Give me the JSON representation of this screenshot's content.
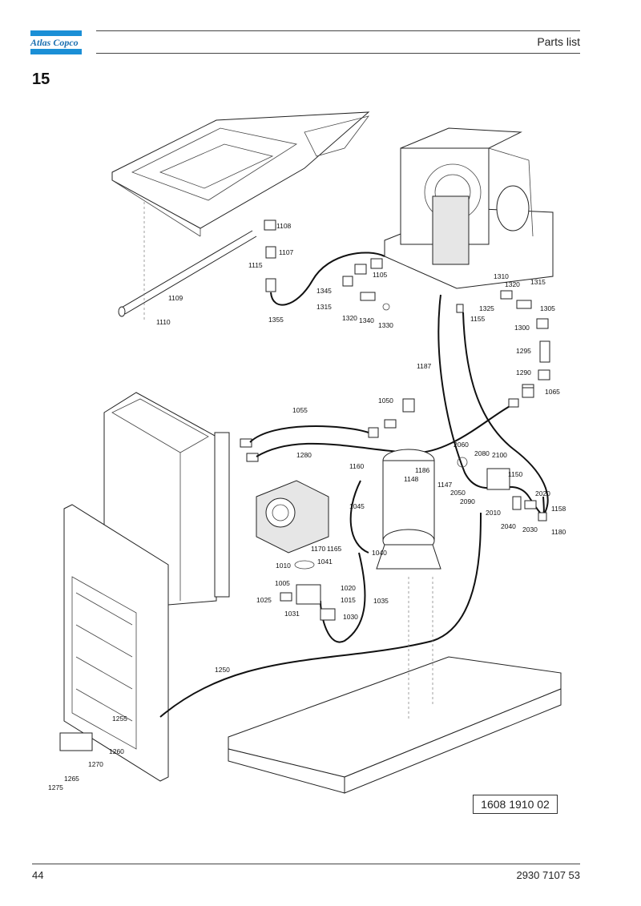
{
  "header": {
    "brand": "Atlas Copco",
    "section": "Parts list"
  },
  "figure_number": "15",
  "drawing_reference": "1608 1910 02",
  "footer": {
    "page": "44",
    "document_number": "2930 7107 53"
  },
  "callouts": [
    "1108",
    "1107",
    "1115",
    "1105",
    "1109",
    "1110",
    "1355",
    "1345",
    "1315",
    "1320",
    "1340",
    "1330",
    "1310",
    "1320",
    "1315",
    "1325",
    "1305",
    "1300",
    "1155",
    "1187",
    "1295",
    "1290",
    "1065",
    "1050",
    "1055",
    "1280",
    "1160",
    "1186",
    "1148",
    "1147",
    "2060",
    "2080",
    "2100",
    "2050",
    "2090",
    "2010",
    "1150",
    "2020",
    "1158",
    "2040",
    "2030",
    "1180",
    "1045",
    "1170",
    "1165",
    "1040",
    "1010",
    "1041",
    "1005",
    "1020",
    "1025",
    "1015",
    "1035",
    "1031",
    "1030",
    "1250",
    "1255",
    "1260",
    "1270",
    "1265",
    "1275"
  ]
}
